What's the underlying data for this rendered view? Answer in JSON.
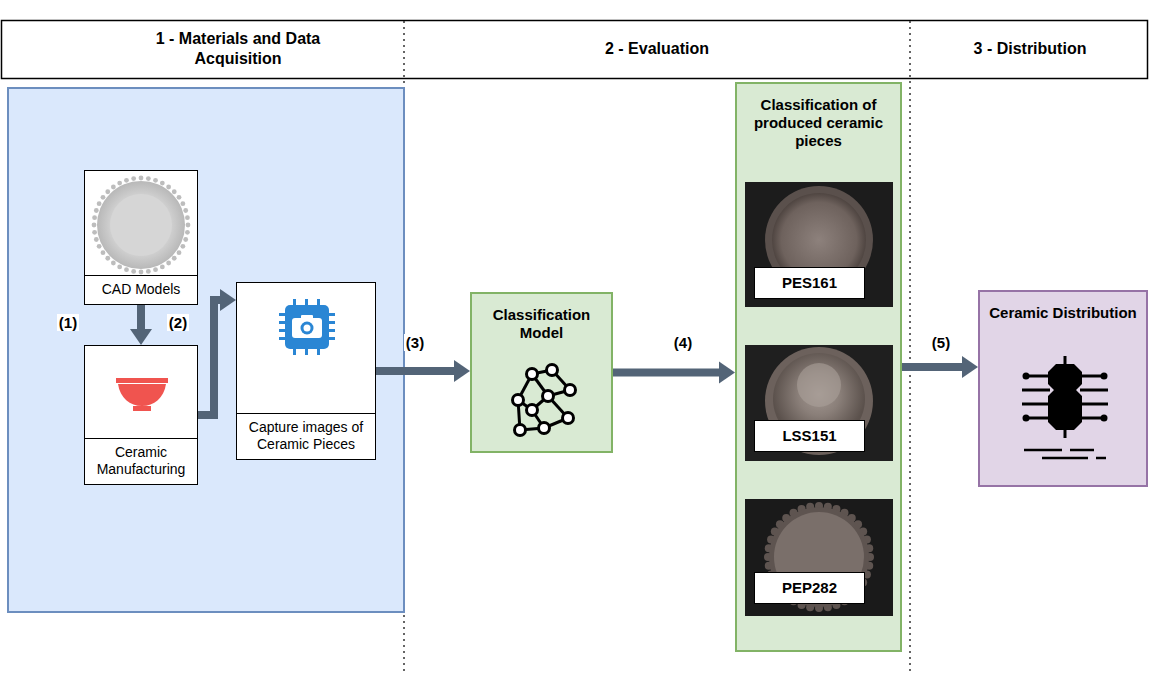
{
  "diagram": {
    "nodes": [
      {
        "text": [
          "CAD Models"
        ]
      },
      {
        "text": [
          "Ceramic Manufacturing"
        ]
      },
      {
        "text": [
          "Capture images of Ceramic Pieces"
        ]
      },
      {
        "text": [
          "Classification Model"
        ]
      },
      {
        "text": [
          "Classification of produced ceramic pieces"
        ]
      },
      {
        "text": [
          "PES161"
        ],
        "in": 4
      },
      {
        "text": [
          "LSS151"
        ],
        "in": 4
      },
      {
        "text": [
          "PEP282"
        ],
        "in": 4
      },
      {
        "text": [
          "Ceramic Distribution"
        ]
      }
    ],
    "edges": [
      {
        "from": 0,
        "to": 1,
        "arrow": "to",
        "label": "(1)"
      },
      {
        "from": 1,
        "to": 2,
        "arrow": "to",
        "label": "(2)"
      },
      {
        "from": 2,
        "to": 3,
        "arrow": "to",
        "label": "(3)"
      },
      {
        "from": 3,
        "to": 4,
        "arrow": "to",
        "label": "(4)"
      },
      {
        "from": 4,
        "to": 8,
        "arrow": "to",
        "label": "(5)"
      }
    ],
    "labels": [
      "1 - Materials and Data Acquisition",
      "2 - Evaluation",
      "3 - Distribution"
    ]
  }
}
